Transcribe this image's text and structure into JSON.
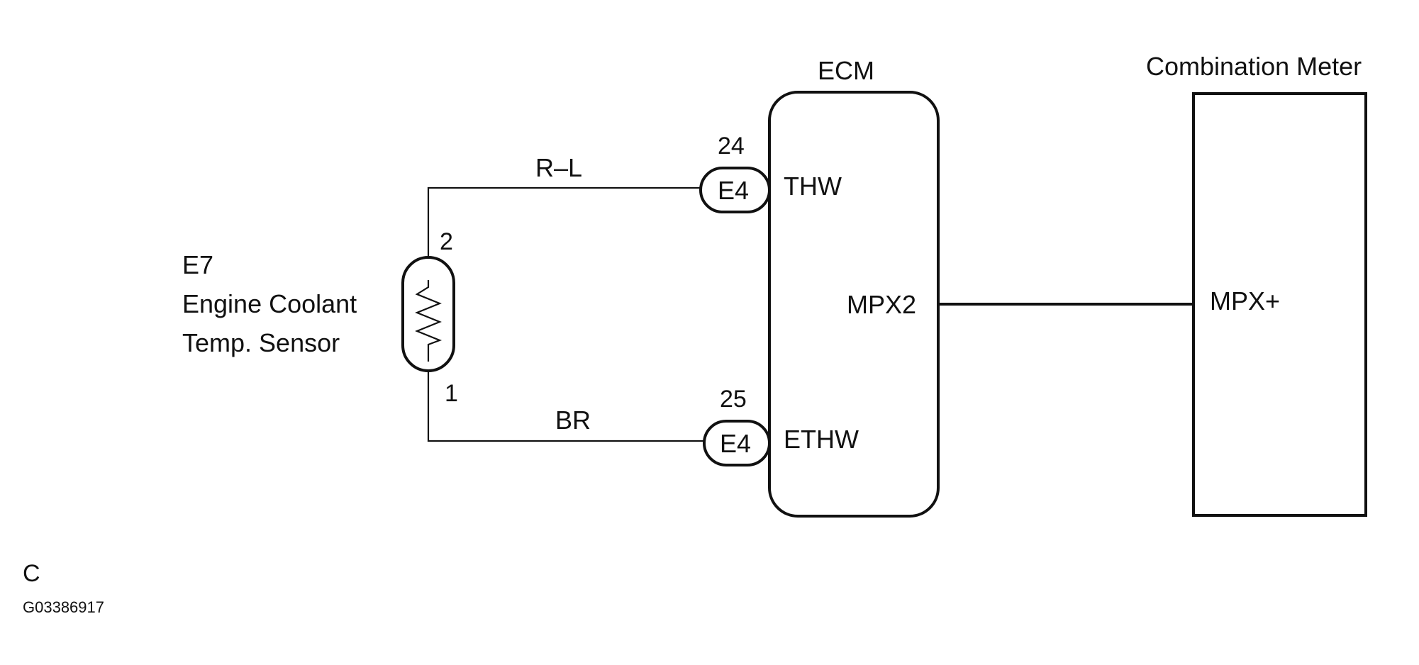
{
  "sensor": {
    "code": "E7",
    "name_line1": "Engine Coolant",
    "name_line2": "Temp. Sensor",
    "pin_top": "2",
    "pin_bottom": "1",
    "symbol": "resistor-zigzag"
  },
  "wires": {
    "top_color": "R–L",
    "bottom_color": "BR"
  },
  "ecm": {
    "title": "ECM",
    "connector_top": {
      "pin": "24",
      "connector": "E4",
      "terminal": "THW"
    },
    "connector_bottom": {
      "pin": "25",
      "connector": "E4",
      "terminal": "ETHW"
    },
    "terminal_right": "MPX2"
  },
  "meter": {
    "title": "Combination Meter",
    "terminal": "MPX+"
  },
  "footer": {
    "letter": "C",
    "figure_code": "G03386917"
  }
}
